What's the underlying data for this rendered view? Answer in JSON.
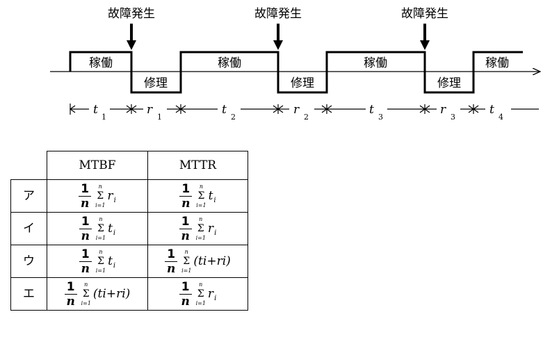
{
  "diagram": {
    "event_label": "故障発生",
    "events": [
      "故障発生",
      "故障発生",
      "故障発生"
    ],
    "states": {
      "operating": "稼働",
      "repair": "修理"
    },
    "segments": [
      {
        "state": "稼働",
        "symbol": "t",
        "index": "1"
      },
      {
        "state": "修理",
        "symbol": "r",
        "index": "1"
      },
      {
        "state": "稼働",
        "symbol": "t",
        "index": "2"
      },
      {
        "state": "修理",
        "symbol": "r",
        "index": "2"
      },
      {
        "state": "稼働",
        "symbol": "t",
        "index": "3"
      },
      {
        "state": "修理",
        "symbol": "r",
        "index": "3"
      },
      {
        "state": "稼働",
        "symbol": "t",
        "index": "4"
      }
    ]
  },
  "table": {
    "headers": [
      "",
      "MTBF",
      "MTTR"
    ],
    "frac_num": "1",
    "frac_den": "n",
    "sigma_upper": "n",
    "sigma_symbol": "Σ",
    "sigma_lower": "i=1",
    "rows": [
      {
        "key": "ア",
        "mtbf": "r",
        "mtbf_sub": "i",
        "mttr": "t",
        "mttr_sub": "i"
      },
      {
        "key": "イ",
        "mtbf": "t",
        "mtbf_sub": "i",
        "mttr": "r",
        "mttr_sub": "i"
      },
      {
        "key": "ウ",
        "mtbf": "t",
        "mtbf_sub": "i",
        "mttr": "(ti+ri)"
      },
      {
        "key": "エ",
        "mtbf": "(ti+ri)",
        "mttr": "r",
        "mttr_sub": "i"
      }
    ]
  }
}
